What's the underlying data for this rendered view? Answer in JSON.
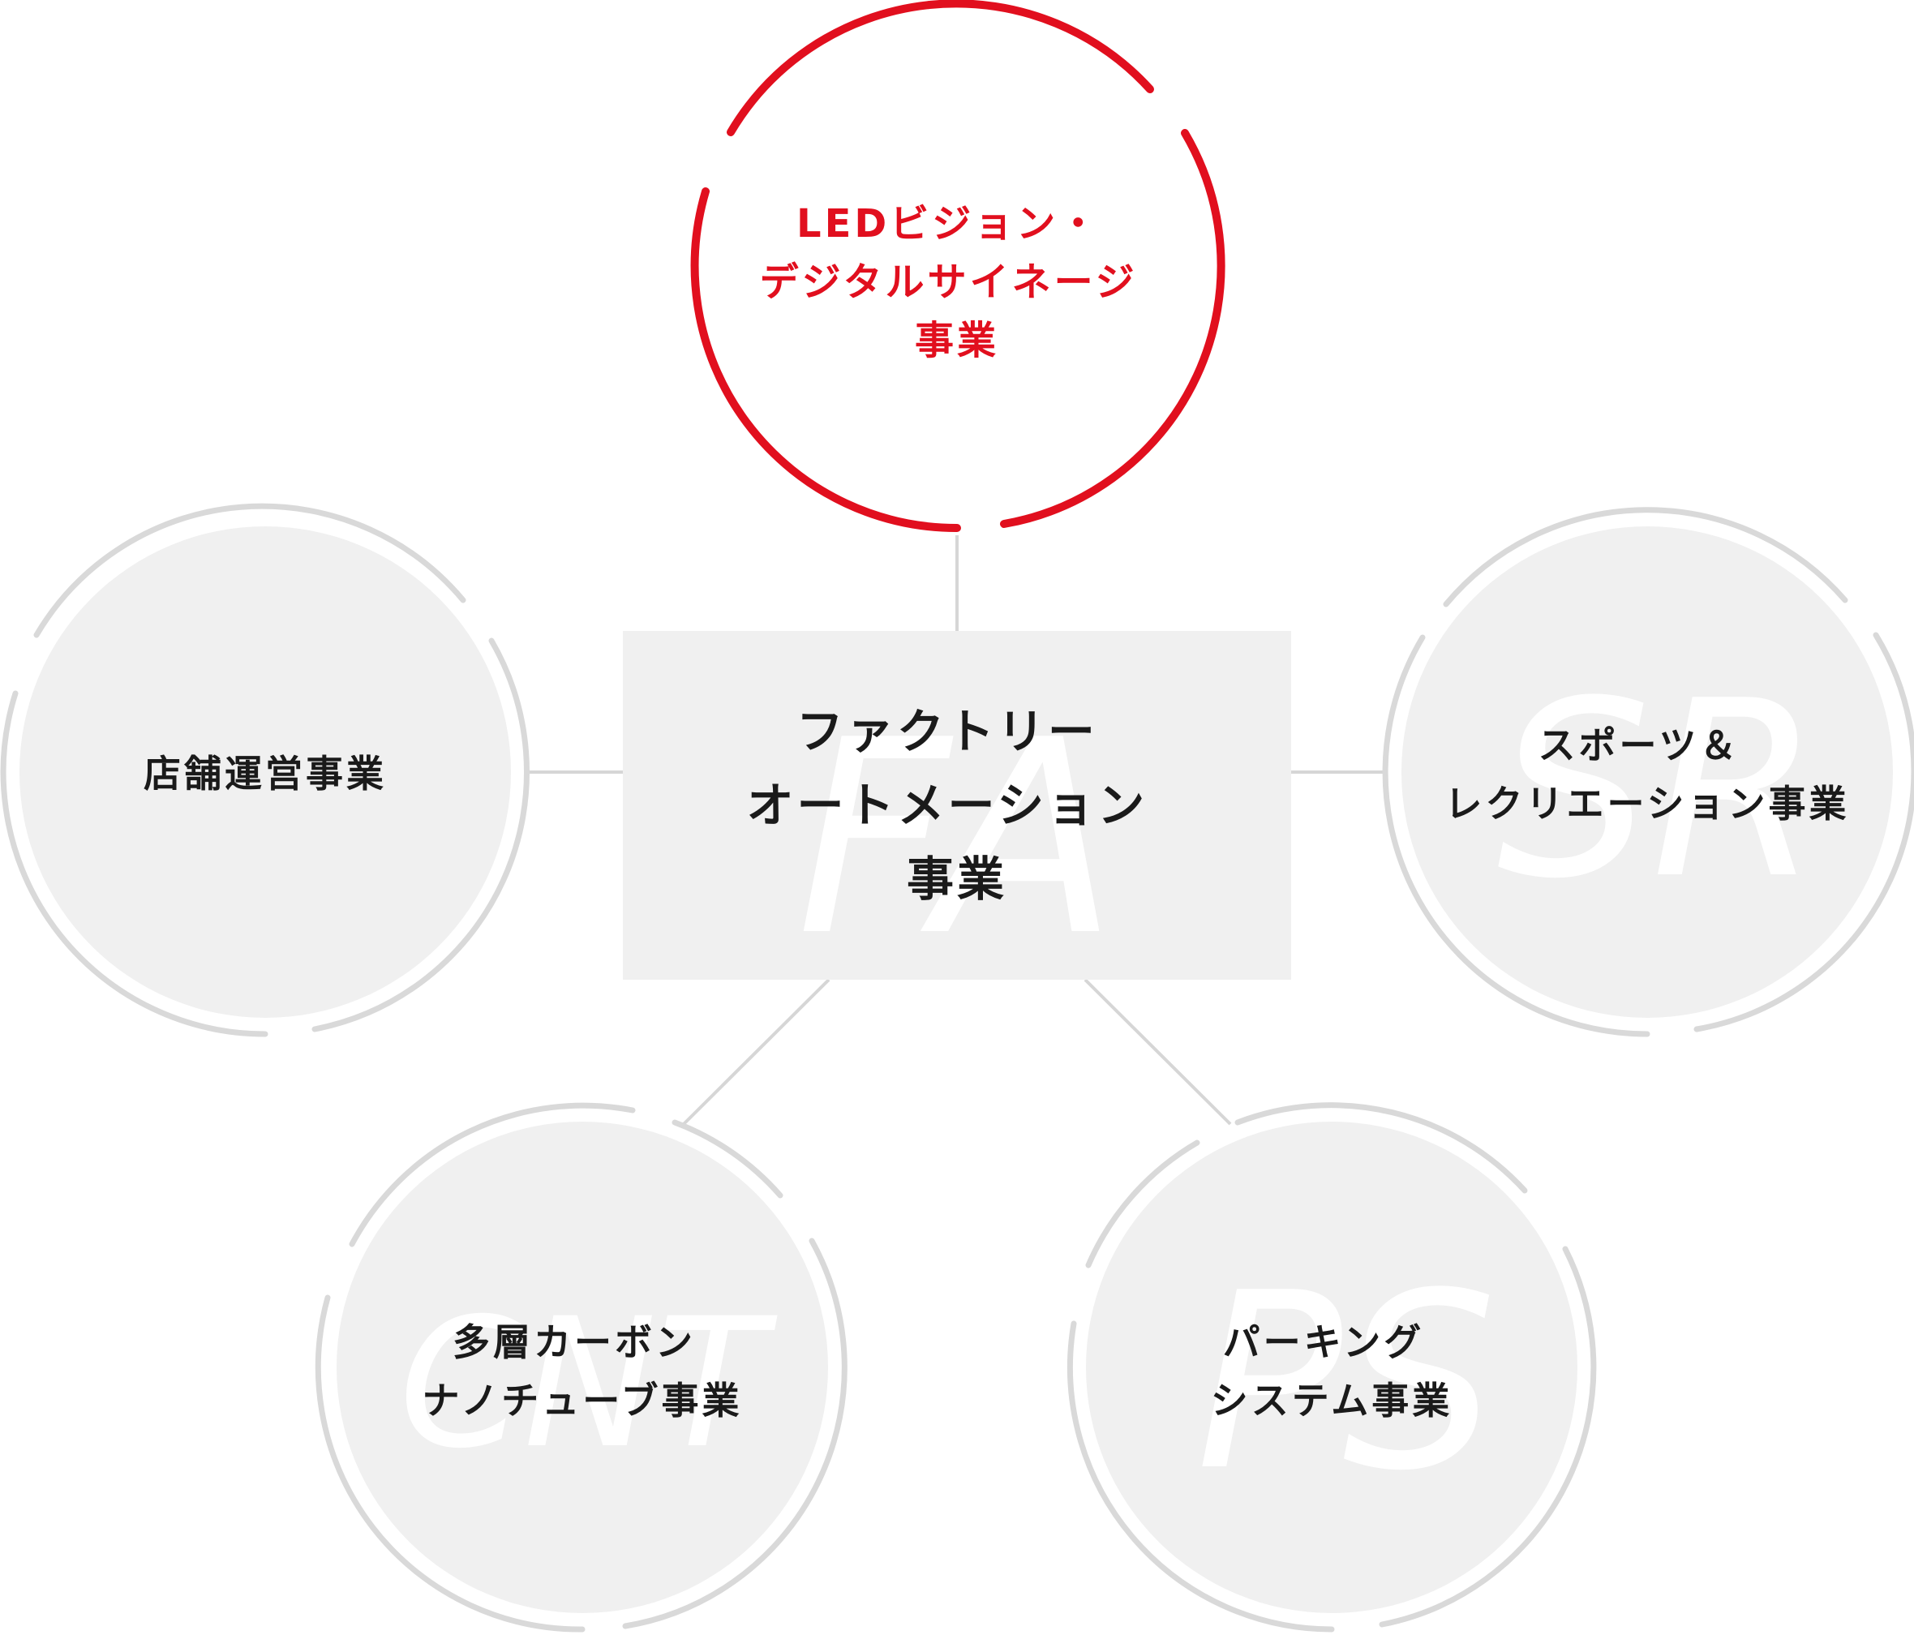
{
  "colors": {
    "accent": "#e10f1e",
    "ring_gray": "#d9d9d9",
    "fill_gray": "#f0f0f0",
    "connector": "#d6d6d6",
    "text_dark": "#1a1a1a",
    "watermark": "#ffffff"
  },
  "center": {
    "watermark": "FA",
    "label_lines": [
      "ファクトリー",
      "オートメーション",
      "事業"
    ]
  },
  "nodes": {
    "led": {
      "label_lines": [
        "LEDビジョン・",
        "デジタルサイネージ",
        "事業"
      ]
    },
    "store": {
      "label_lines": [
        "店舗運営事業"
      ]
    },
    "sports": {
      "watermark": "SR",
      "label_lines": [
        "スポーツ＆",
        "レクリエーション事業"
      ]
    },
    "cnt": {
      "watermark": "CNT",
      "label_lines": [
        "多層カーボン",
        "ナノチューブ事業"
      ]
    },
    "parking": {
      "watermark": "PS",
      "label_lines": [
        "パーキング",
        "システム事業"
      ]
    }
  }
}
